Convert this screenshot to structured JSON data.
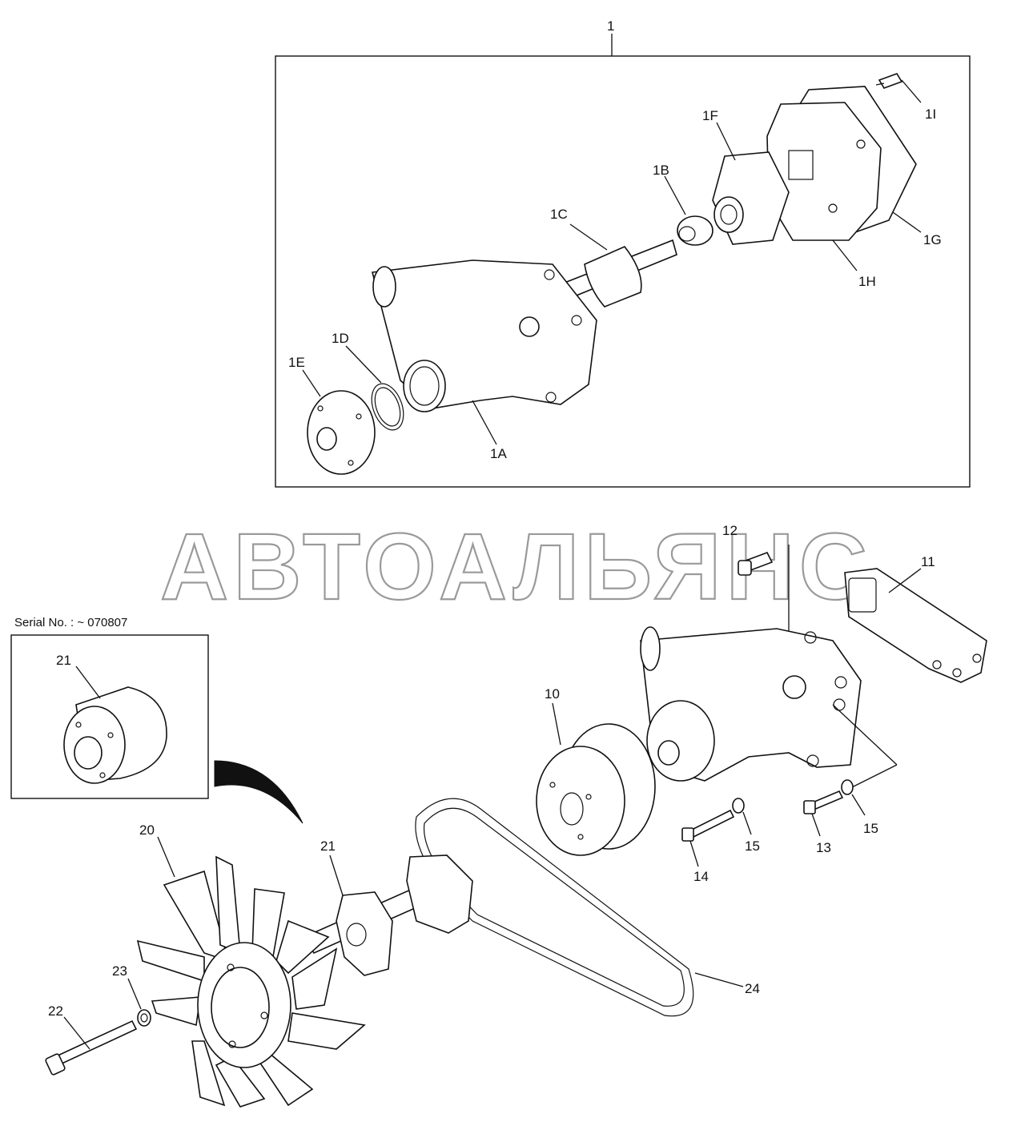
{
  "watermark": "АВТОАЛЬЯНС",
  "serial_note": "Serial No. : ~ 070807",
  "labels": {
    "l1": "1",
    "l1A": "1A",
    "l1B": "1B",
    "l1C": "1C",
    "l1D": "1D",
    "l1E": "1E",
    "l1F": "1F",
    "l1G": "1G",
    "l1H": "1H",
    "l1I": "1I",
    "l10": "10",
    "l11": "11",
    "l12": "12",
    "l13": "13",
    "l14": "14",
    "l15a": "15",
    "l15b": "15",
    "l20": "20",
    "l21a": "21",
    "l21b": "21",
    "l22": "22",
    "l23": "23",
    "l24": "24"
  }
}
